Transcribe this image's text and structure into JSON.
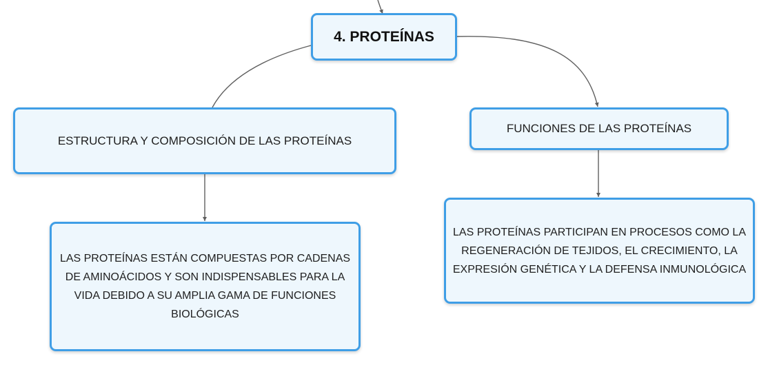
{
  "diagram": {
    "root": {
      "label": "4. PROTEÍNAS"
    },
    "branches": [
      {
        "label": "ESTRUCTURA Y COMPOSICIÓN DE LAS PROTEÍNAS",
        "detail": "LAS PROTEÍNAS ESTÁN COMPUESTAS POR CADENAS DE AMINOÁCIDOS Y SON INDISPENSABLES PARA LA VIDA DEBIDO A SU AMPLIA GAMA DE FUNCIONES BIOLÓGICAS"
      },
      {
        "label": "FUNCIONES DE LAS PROTEÍNAS",
        "detail": "LAS PROTEÍNAS PARTICIPAN EN PROCESOS COMO LA REGENERACIÓN DE TEJIDOS, EL CRECIMIENTO, LA EXPRESIÓN GENÉTICA Y LA DEFENSA INMUNOLÓGICA"
      }
    ]
  },
  "colors": {
    "node_border": "#3f9ee6",
    "node_fill": "#eef7fd",
    "connector": "#5f5f5f"
  }
}
